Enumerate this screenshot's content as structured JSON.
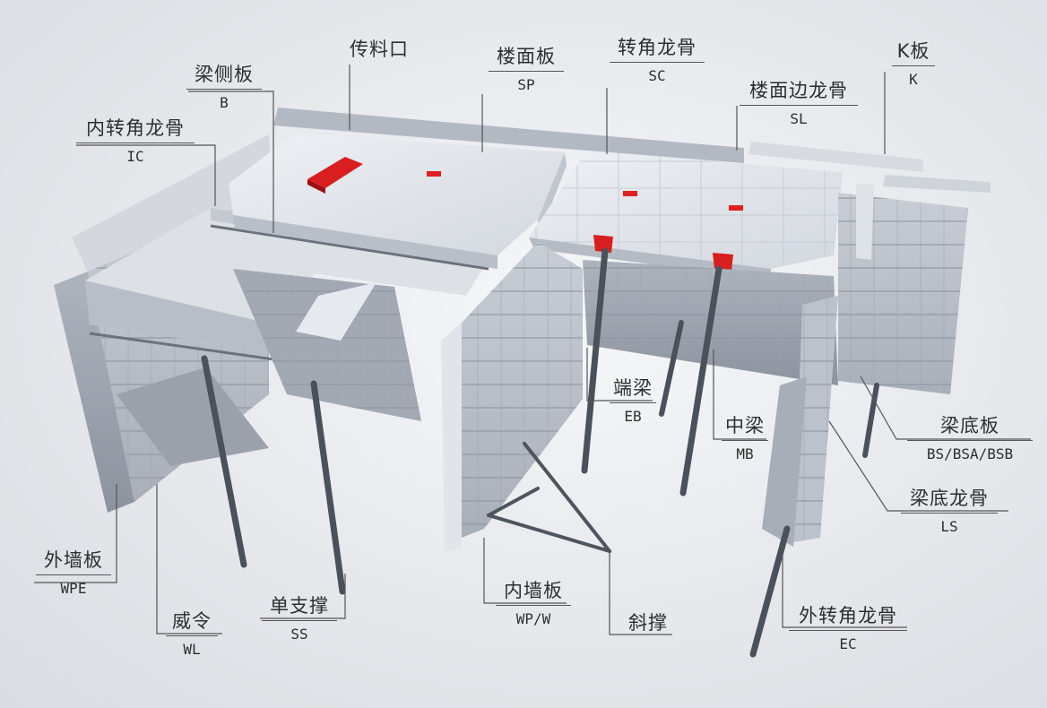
{
  "components": [
    {
      "id": "chuan-liao-kou",
      "zh": "传料口",
      "code": ""
    },
    {
      "id": "liang-ce-ban",
      "zh": "梁侧板",
      "code": "B"
    },
    {
      "id": "nei-zhuan-jiao-long-gu",
      "zh": "内转角龙骨",
      "code": "IC"
    },
    {
      "id": "lou-mian-ban",
      "zh": "楼面板",
      "code": "SP"
    },
    {
      "id": "zhuan-jiao-long-gu",
      "zh": "转角龙骨",
      "code": "SC"
    },
    {
      "id": "lou-mian-bian-long-gu",
      "zh": "楼面边龙骨",
      "code": "SL"
    },
    {
      "id": "k-ban",
      "zh": "K板",
      "code": "K"
    },
    {
      "id": "duan-liang",
      "zh": "端梁",
      "code": "EB"
    },
    {
      "id": "zhong-liang",
      "zh": "中梁",
      "code": "MB"
    },
    {
      "id": "liang-di-ban",
      "zh": "梁底板",
      "code": "BS/BSA/BSB"
    },
    {
      "id": "liang-di-long-gu",
      "zh": "梁底龙骨",
      "code": "LS"
    },
    {
      "id": "wai-qiang-ban",
      "zh": "外墙板",
      "code": "WPE"
    },
    {
      "id": "wei-ling",
      "zh": "威令",
      "code": "WL"
    },
    {
      "id": "dan-zhi-cheng",
      "zh": "单支撑",
      "code": "SS"
    },
    {
      "id": "nei-qiang-ban",
      "zh": "内墙板",
      "code": "WP/W"
    },
    {
      "id": "xie-cheng",
      "zh": "斜撑",
      "code": ""
    },
    {
      "id": "wai-zhuan-jiao-long-gu",
      "zh": "外转角龙骨",
      "code": "EC"
    }
  ]
}
